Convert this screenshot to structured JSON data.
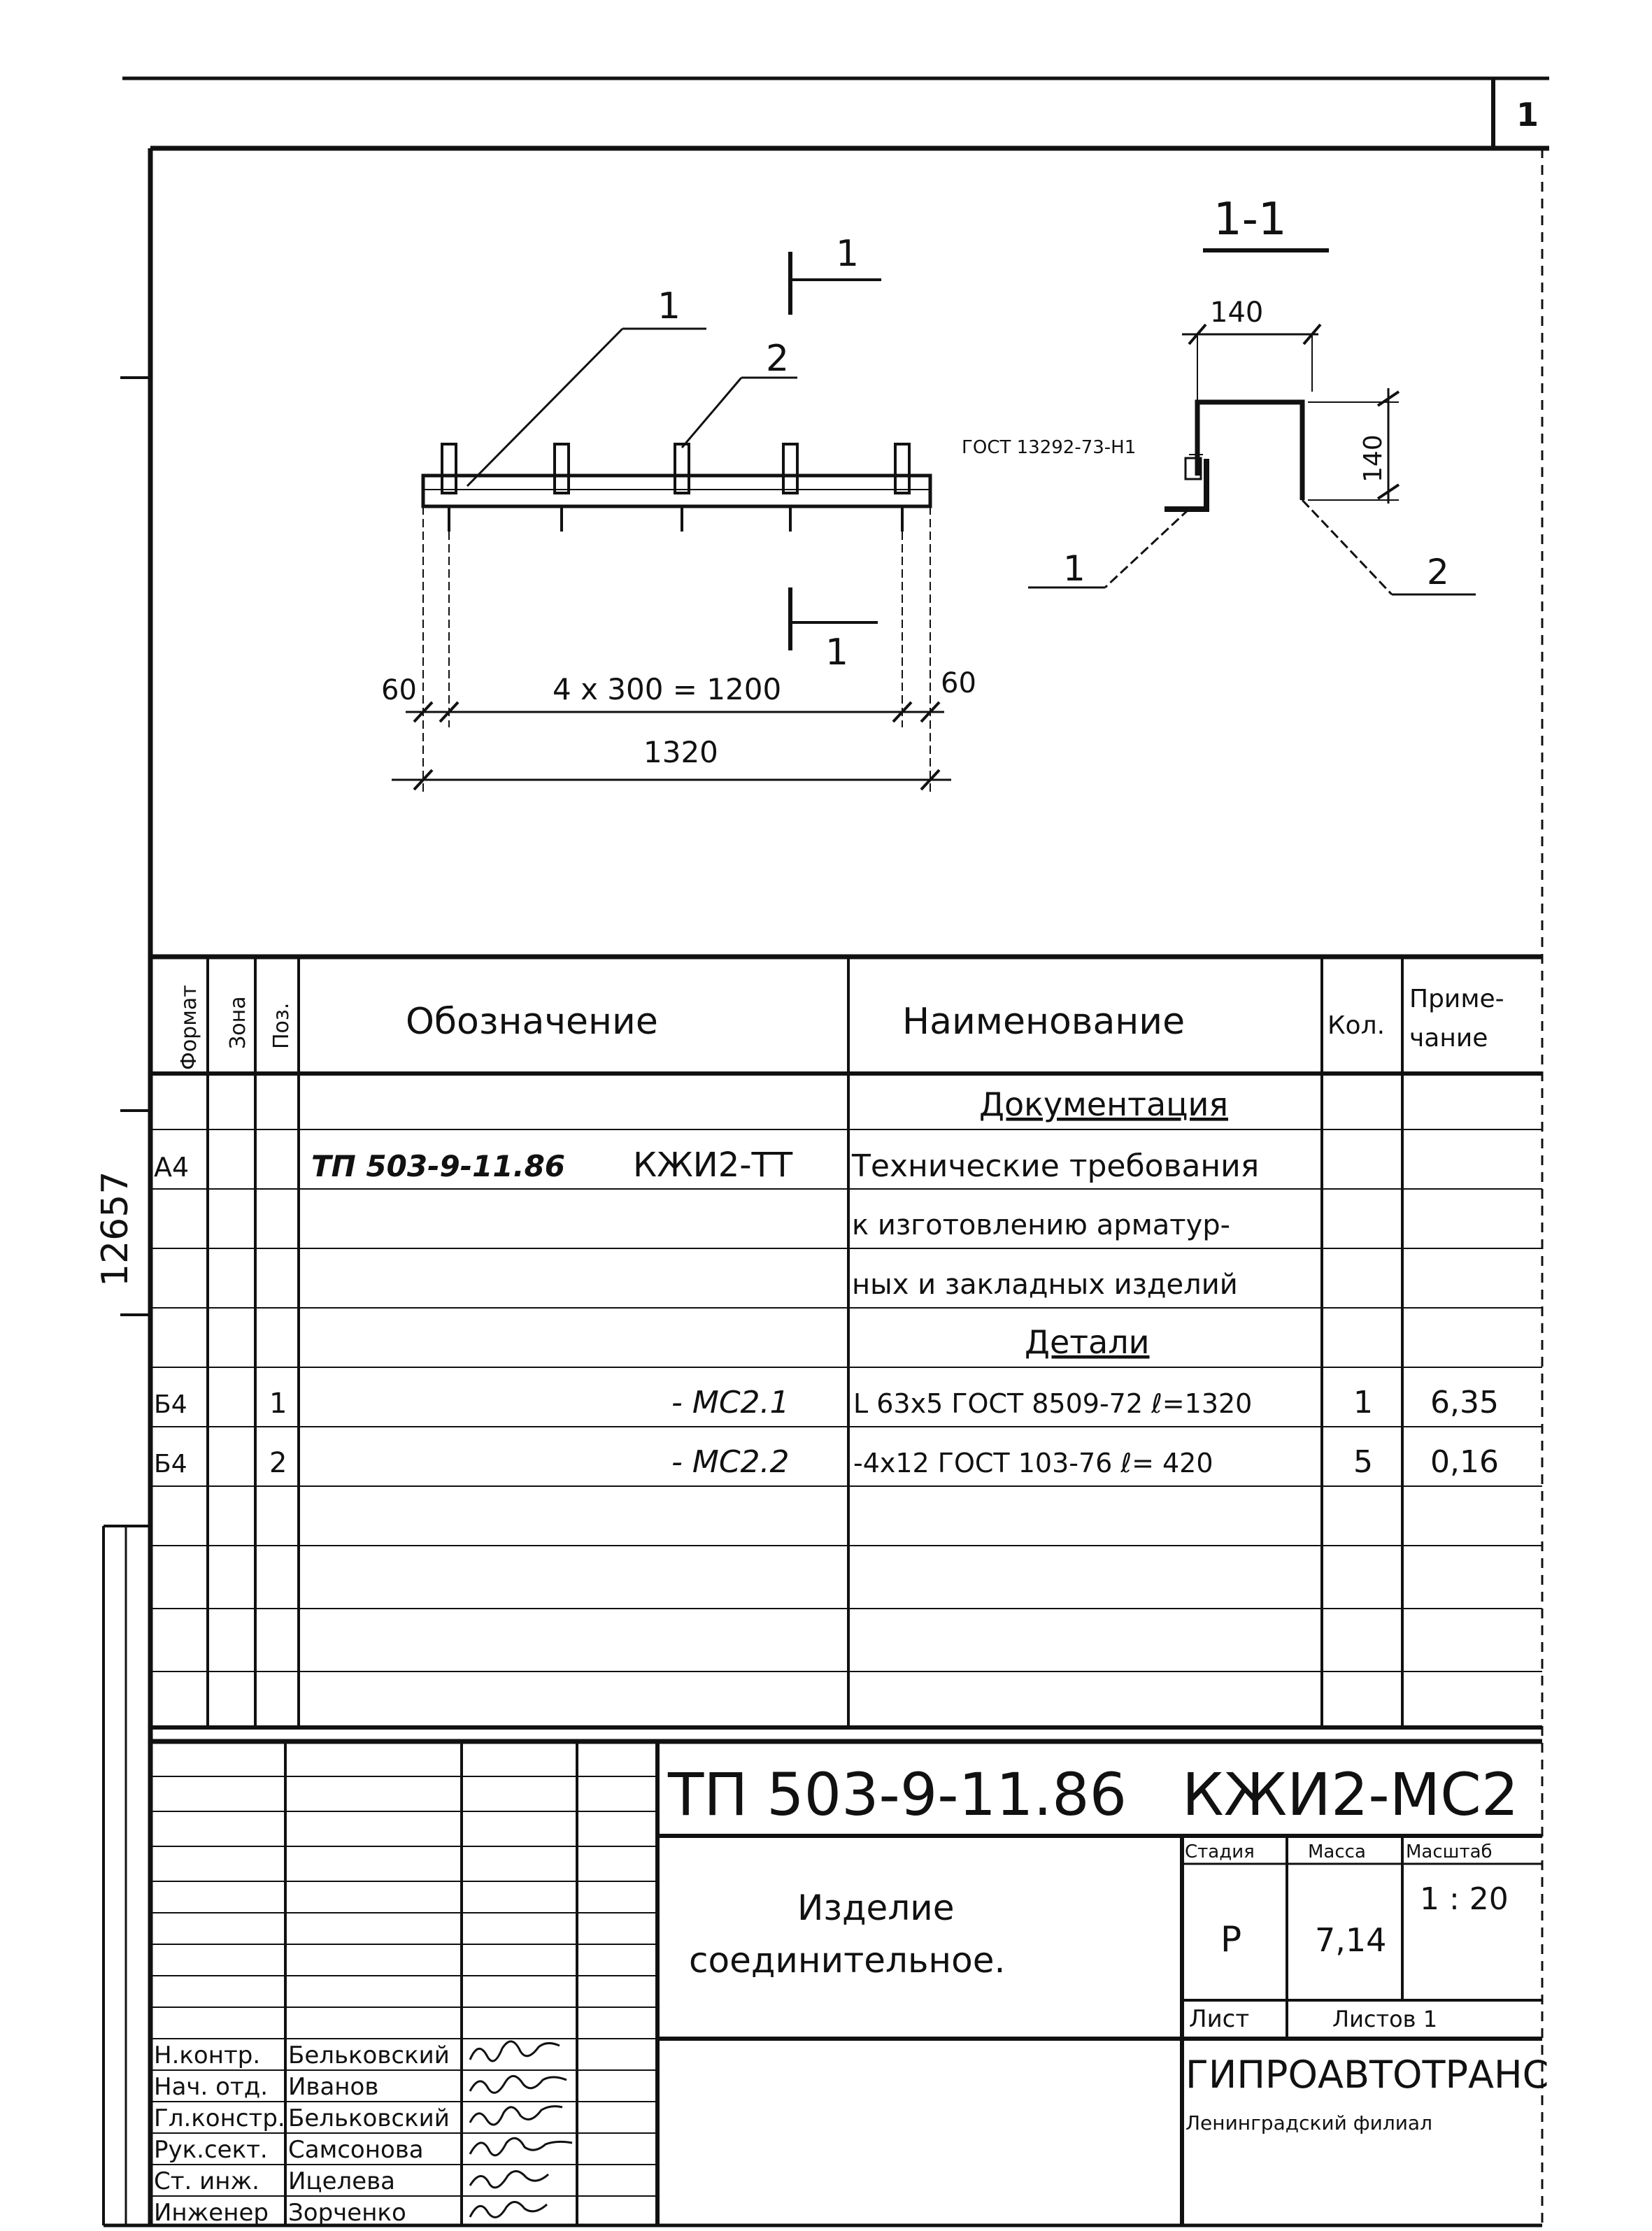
{
  "sheet": {
    "number": "1"
  },
  "side_stamp": "12657",
  "drawing": {
    "plan": {
      "pos1_label": "1",
      "pos2_label": "2",
      "section_top": "1",
      "section_bottom": "1",
      "dim_left": "60",
      "dim_right": "60",
      "dim_middle": "4 x 300 = 1200",
      "dim_total": "1320"
    },
    "section": {
      "title": "1-1",
      "dim_width": "140",
      "dim_height": "140",
      "weld_note": "ГОСТ 13292-73-Н1",
      "pos1_label": "1",
      "pos2_label": "2"
    }
  },
  "spec": {
    "headers": {
      "format": "Формат",
      "zone": "Зона",
      "pos": "Поз.",
      "designation": "Обозначение",
      "name": "Наименование",
      "qty": "Кол.",
      "note_line1": "Приме-",
      "note_line2": "чание"
    },
    "section_doc": "Документация",
    "doc_row": {
      "format": "А4",
      "designation_left": "ТП 503-9-11.86",
      "designation_right": "КЖИ2-ТТ",
      "name_lines": [
        "Технические требования",
        "к изготовлению арматур-",
        "ных и закладных изделий"
      ]
    },
    "section_details": "Детали",
    "rows": [
      {
        "format": "Б4",
        "pos": "1",
        "designation": "- МС2.1",
        "name": "L 63x5 ГОСТ 8509-72 ℓ=1320",
        "qty": "1",
        "note": "6,35"
      },
      {
        "format": "Б4",
        "pos": "2",
        "designation": "- МС2.2",
        "name": "-4x12 ГОСТ 103-76 ℓ= 420",
        "qty": "5",
        "note": "0,16"
      }
    ]
  },
  "title_block": {
    "code": "ТП 503-9-11.86",
    "mark": "КЖИ2-МС2",
    "title_line1": "Изделие",
    "title_line2": "соединительное.",
    "headers": {
      "stage": "Стадия",
      "mass": "Масса",
      "scale": "Масштаб"
    },
    "stage": "Р",
    "mass": "7,14",
    "scale": "1 : 20",
    "sheet_label": "Лист",
    "sheets_label": "Листов 1",
    "org_name": "ГИПРОАВТОТРАНС",
    "org_branch": "Ленинградский филиал",
    "signatures": [
      {
        "role": "Н.контр.",
        "name": "Бельковский"
      },
      {
        "role": "Нач. отд.",
        "name": "Иванов"
      },
      {
        "role": "Гл.констр.",
        "name": "Бельковский"
      },
      {
        "role": "Рук.сект.",
        "name": "Самсонова"
      },
      {
        "role": "Ст. инж.",
        "name": "Ицелева"
      },
      {
        "role": "Инженер",
        "name": "Зорченко"
      }
    ]
  }
}
